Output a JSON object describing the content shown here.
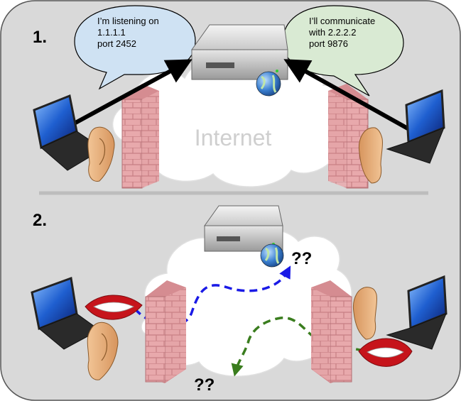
{
  "panel1": {
    "step_label": "1.",
    "cloud_label": "Internet",
    "bubble_left": {
      "line1": "I’m listening on",
      "line2": "1.1.1.1",
      "line3": "port 2452",
      "color": "#cfe2f3"
    },
    "bubble_right": {
      "line1": "I’ll communicate",
      "line2": "with 2.2.2.2",
      "line3": "port 9876",
      "color": "#d9ead3"
    }
  },
  "panel2": {
    "step_label": "2.",
    "question_top": "??",
    "question_bottom": "??",
    "arrow_blue_color": "#1a1ae6",
    "arrow_green_color": "#3a7d1e"
  },
  "colors": {
    "background": "#d9d9d9",
    "brick": "#e8a9ac",
    "brick_line": "#c77f84",
    "divider": "#bdbdbd"
  }
}
